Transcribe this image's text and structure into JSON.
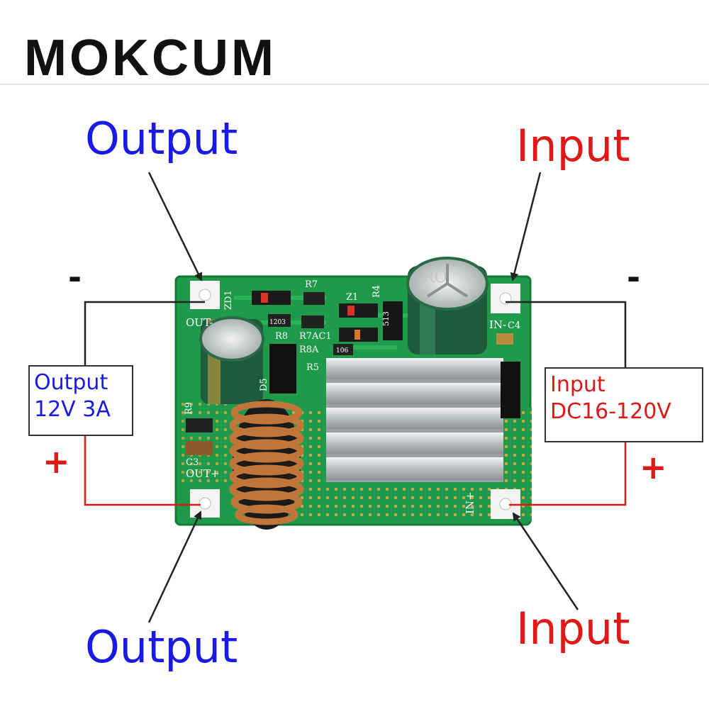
{
  "brand": "MOKCUM",
  "labels": {
    "output_top": "Output",
    "output_bottom": "Output",
    "input_top": "Input",
    "input_bottom": "Input"
  },
  "signs": {
    "neg_left": "-",
    "neg_right": "-",
    "pos_left": "+",
    "pos_right": "+"
  },
  "spec_output": {
    "line1": "Output",
    "line2": "12V 3A"
  },
  "spec_input": {
    "line1": "Input",
    "line2": "DC16-120V"
  },
  "board_silkscreen": {
    "out_minus": "OUT-",
    "out_plus": "OUT+",
    "in_minus": "IN-",
    "in_plus": "IN+",
    "zd1": "ZD1",
    "r7": "R7",
    "z1": "Z1",
    "r4": "R4",
    "c4": "C4",
    "r8": "R8",
    "r7ac1": "R7AC1",
    "r8a": "R8A",
    "r5": "R5",
    "r9": "R9",
    "c3": "C3",
    "d5": "D5",
    "cap_mark": "RO",
    "smd_513": "513",
    "smd_106": "106",
    "smd_1203": "1203"
  },
  "colors": {
    "output_blue": "#1a1ae6",
    "input_red": "#e01818",
    "wire_black": "#222222",
    "wire_red": "#e01818",
    "pcb_green": "#1f9a4a",
    "heatsink": "#c9ccd0",
    "copper": "#c0763a"
  }
}
